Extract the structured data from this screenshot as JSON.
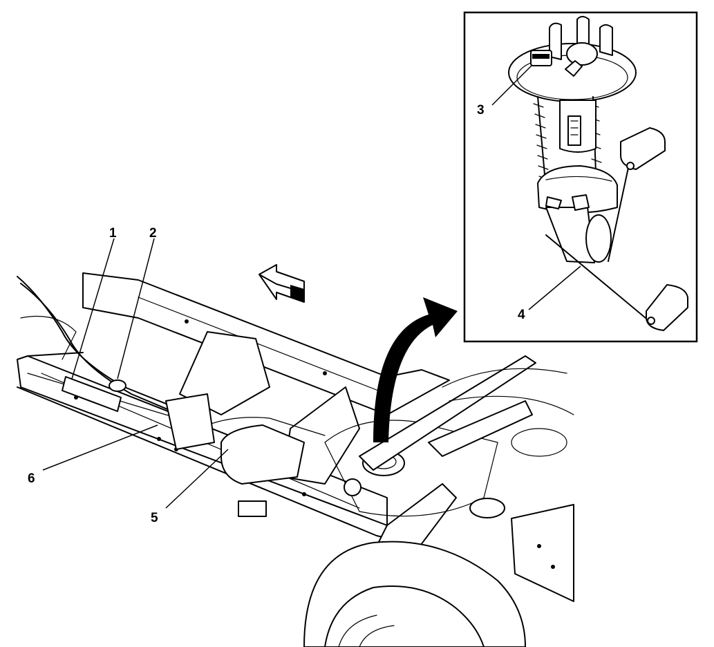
{
  "callouts": [
    {
      "id": "1",
      "label": "1"
    },
    {
      "id": "2",
      "label": "2"
    },
    {
      "id": "3",
      "label": "3"
    },
    {
      "id": "4",
      "label": "4"
    },
    {
      "id": "5",
      "label": "5"
    },
    {
      "id": "6",
      "label": "6"
    }
  ],
  "colors": {
    "ink": "#000000",
    "paper": "#ffffff"
  }
}
